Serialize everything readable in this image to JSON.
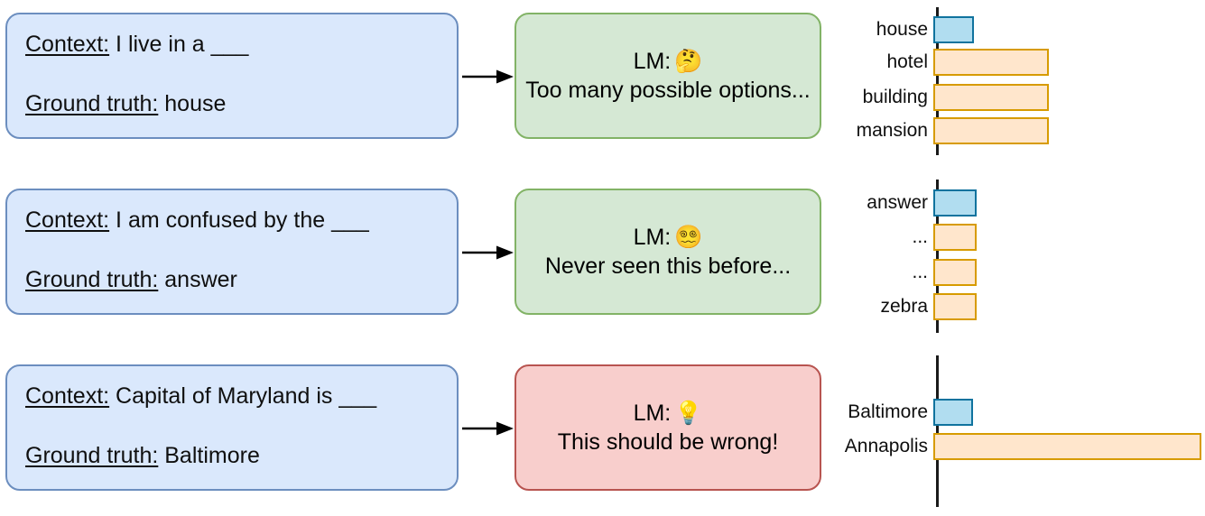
{
  "figure": {
    "kind": "language-model-prediction-diagram",
    "rows": [
      {
        "context_label": "Context:",
        "context_text": " I live in a ___",
        "truth_label": "Ground truth:",
        "truth_text": " house",
        "lm_label": "LM:",
        "lm_emoji": "🤔",
        "lm_emoji_name": "thinking-face-emoji",
        "lm_message": "Too many possible options...",
        "lm_tone": "green",
        "arrow": "→"
      },
      {
        "context_label": "Context:",
        "context_text": " I am confused by the ___",
        "truth_label": "Ground truth:",
        "truth_text": " answer",
        "lm_label": "LM:",
        "lm_emoji": "😵‍💫",
        "lm_emoji_name": "face-with-spiral-eyes-emoji",
        "lm_message": "Never seen this before...",
        "lm_tone": "green",
        "arrow": "→"
      },
      {
        "context_label": "Context:",
        "context_text": " Capital of Maryland is ___",
        "truth_label": "Ground truth:",
        "truth_text": " Baltimore",
        "lm_label": "LM:",
        "lm_emoji": "💡",
        "lm_emoji_name": "light-bulb-emoji",
        "lm_message": "This should be wrong!",
        "lm_tone": "red",
        "arrow": "→"
      }
    ]
  },
  "colors": {
    "context_fill": "#dae8fc",
    "context_stroke": "#6c8ebf",
    "lm_green_fill": "#d5e8d4",
    "lm_green_stroke": "#82b366",
    "lm_red_fill": "#f8cecc",
    "lm_red_stroke": "#b85450",
    "bar_truth_fill": "#b1ddf0",
    "bar_truth_stroke": "#10739e",
    "bar_other_fill": "#ffe6cc",
    "bar_other_stroke": "#d79b00",
    "axis": "#1a1a1a"
  },
  "chart_data": [
    {
      "type": "bar",
      "orientation": "horizontal",
      "title": "",
      "xlabel": "",
      "ylabel": "",
      "grid": false,
      "legend": "none",
      "xlim": [
        0,
        100
      ],
      "categories": [
        "house",
        "hotel",
        "building",
        "mansion"
      ],
      "values": [
        27,
        82,
        82,
        82
      ],
      "highlight_index": 0,
      "highlight_meaning": "ground-truth token"
    },
    {
      "type": "bar",
      "orientation": "horizontal",
      "title": "",
      "xlabel": "",
      "ylabel": "",
      "grid": false,
      "legend": "none",
      "xlim": [
        0,
        100
      ],
      "categories": [
        "answer",
        "...",
        "...",
        "zebra"
      ],
      "values": [
        30,
        30,
        30,
        30
      ],
      "highlight_index": 0,
      "highlight_meaning": "ground-truth token"
    },
    {
      "type": "bar",
      "orientation": "horizontal",
      "title": "",
      "xlabel": "",
      "ylabel": "",
      "grid": false,
      "legend": "none",
      "xlim": [
        0,
        100
      ],
      "categories": [
        "Baltimore",
        "Annapolis"
      ],
      "values": [
        26,
        190
      ],
      "highlight_index": 0,
      "highlight_meaning": "ground-truth token"
    }
  ]
}
